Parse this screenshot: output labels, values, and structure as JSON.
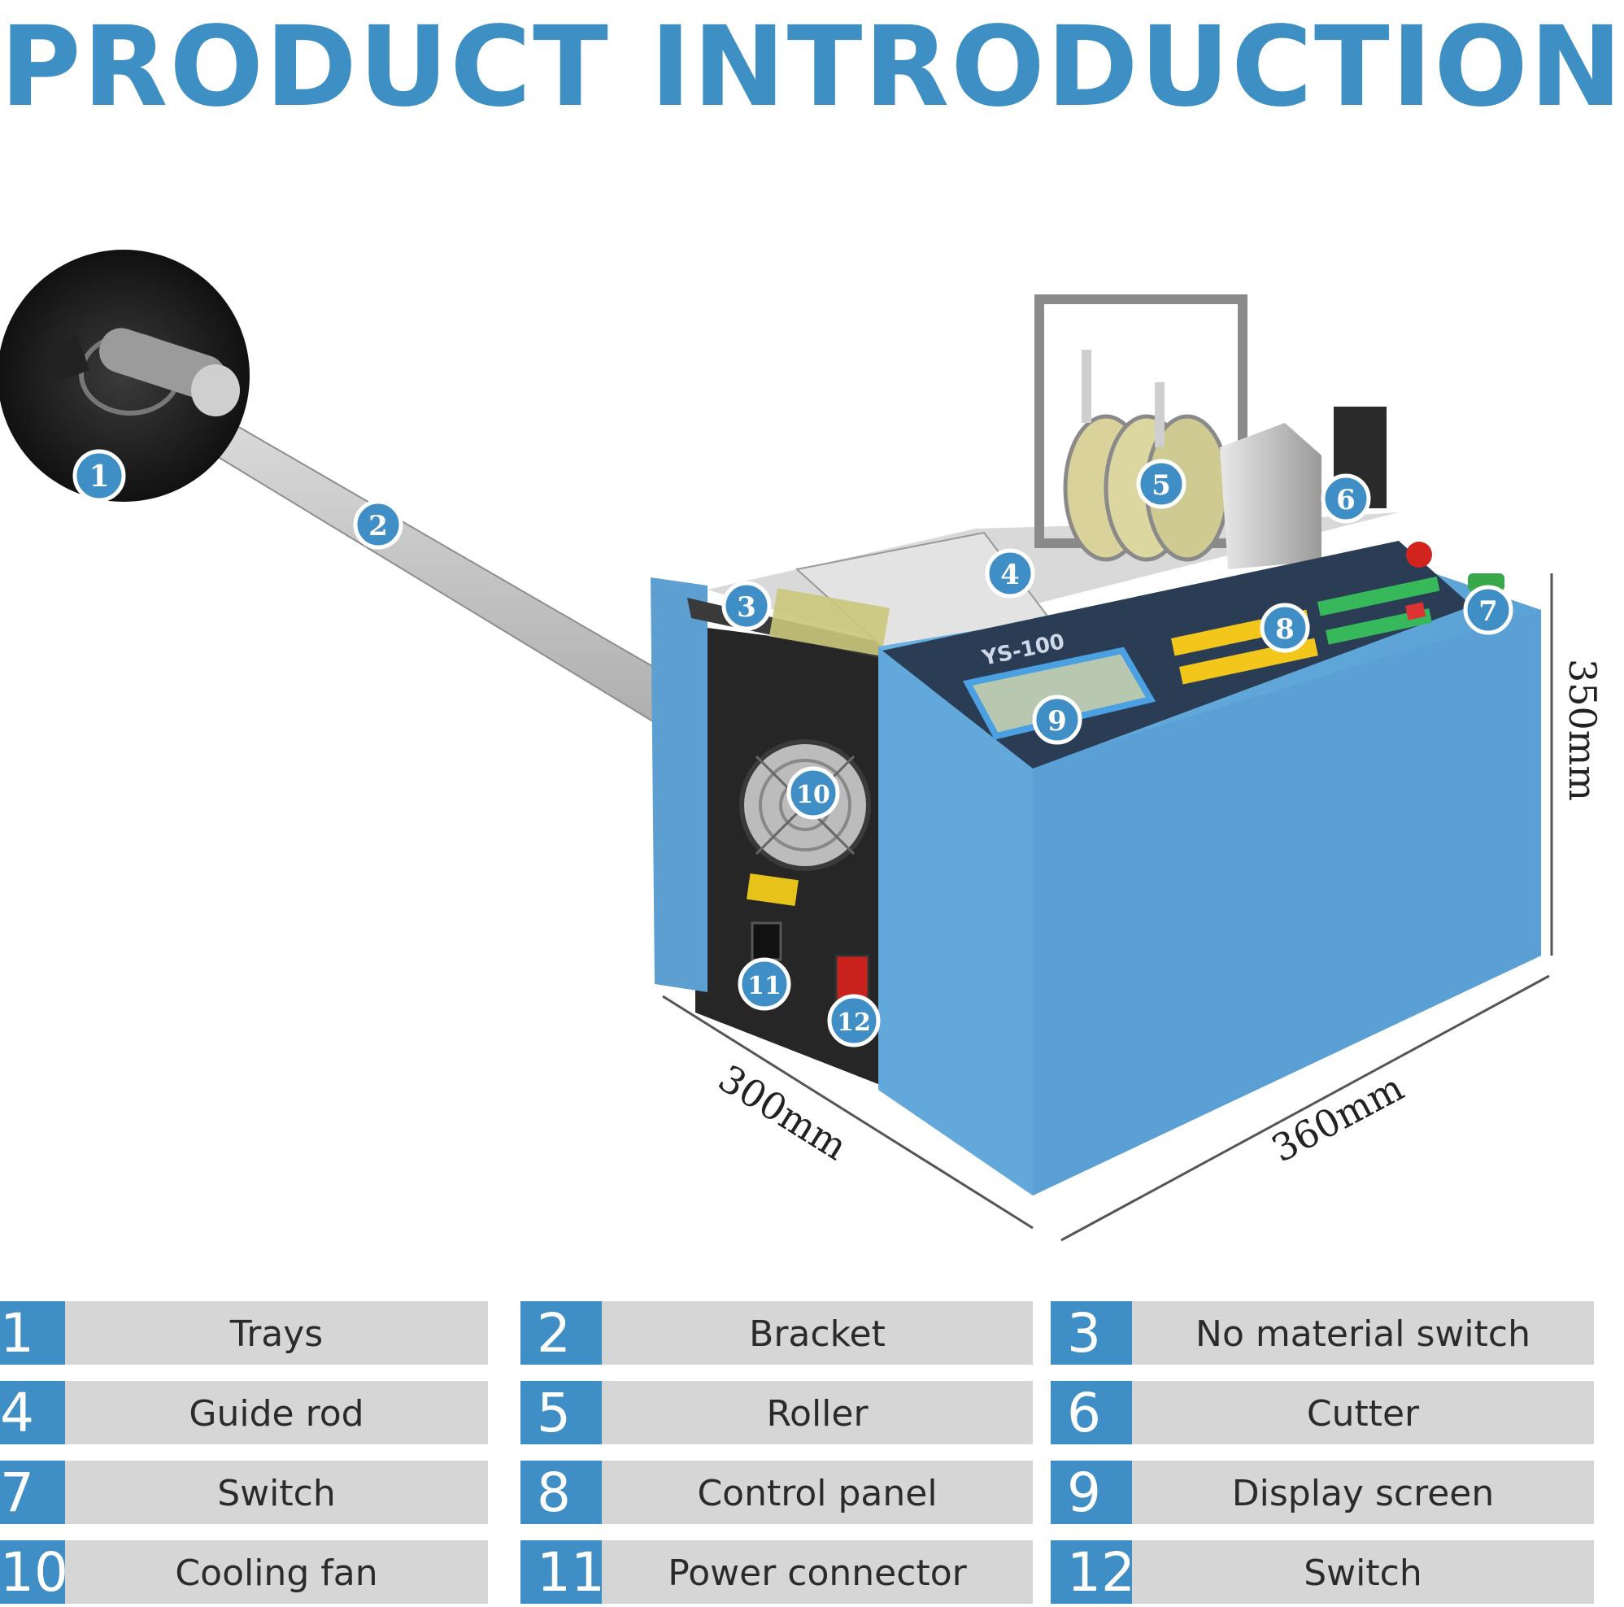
{
  "page": {
    "title": "PRODUCT INTRODUCTION"
  },
  "dimensions": {
    "depth": "300mm",
    "width": "360mm",
    "height": "350mm"
  },
  "machine": {
    "model_label": "YS-100"
  },
  "callouts": [
    "1",
    "2",
    "3",
    "4",
    "5",
    "6",
    "7",
    "8",
    "9",
    "10",
    "11",
    "12"
  ],
  "legend": [
    {
      "number": "1",
      "label": "Trays"
    },
    {
      "number": "2",
      "label": "Bracket"
    },
    {
      "number": "3",
      "label": "No material switch"
    },
    {
      "number": "4",
      "label": "Guide rod"
    },
    {
      "number": "5",
      "label": "Roller"
    },
    {
      "number": "6",
      "label": "Cutter"
    },
    {
      "number": "7",
      "label": "Switch"
    },
    {
      "number": "8",
      "label": "Control panel"
    },
    {
      "number": "9",
      "label": "Display screen"
    },
    {
      "number": "10",
      "label": "Cooling fan"
    },
    {
      "number": "11",
      "label": "Power connector"
    },
    {
      "number": "12",
      "label": "Switch"
    }
  ],
  "colors": {
    "accent": "#3d8fc4",
    "machine_blue": "#5fa6d8",
    "legend_gray": "#d6d6d6",
    "panel_dark": "#2a3d55"
  }
}
